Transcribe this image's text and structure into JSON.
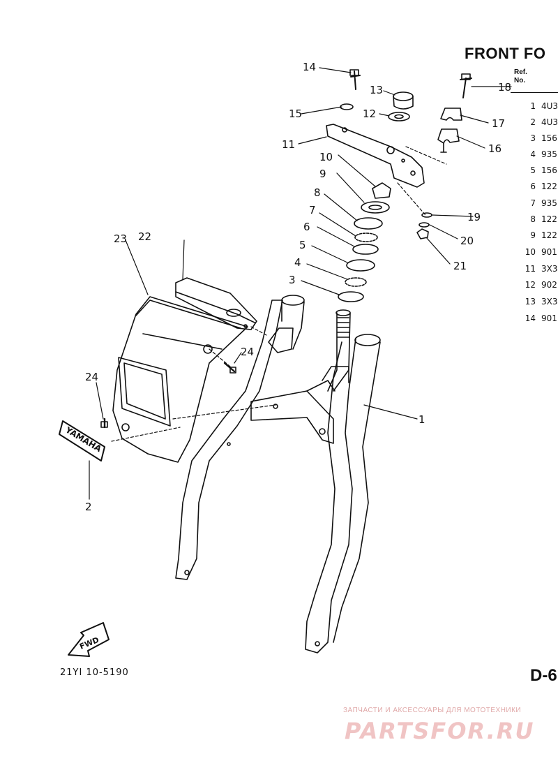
{
  "title": "FRONT FO",
  "table": {
    "header_ref": "Ref.",
    "header_no": "No.",
    "rows": [
      {
        "no": "1",
        "part": "4U3"
      },
      {
        "no": "2",
        "part": "4U3"
      },
      {
        "no": "3",
        "part": "156"
      },
      {
        "no": "4",
        "part": "935"
      },
      {
        "no": "5",
        "part": "156"
      },
      {
        "no": "6",
        "part": "122"
      },
      {
        "no": "7",
        "part": "935"
      },
      {
        "no": "8",
        "part": "122"
      },
      {
        "no": "9",
        "part": "122"
      },
      {
        "no": "10",
        "part": "901"
      },
      {
        "no": "11",
        "part": "3X3"
      },
      {
        "no": "12",
        "part": "902"
      },
      {
        "no": "13",
        "part": "3X3"
      },
      {
        "no": "14",
        "part": "901"
      }
    ]
  },
  "callouts": {
    "c1": "1",
    "c2": "2",
    "c3": "3",
    "c4": "4",
    "c5": "5",
    "c6": "6",
    "c7": "7",
    "c8": "8",
    "c9": "9",
    "c10": "10",
    "c11": "11",
    "c12": "12",
    "c13": "13",
    "c14": "14",
    "c15": "15",
    "c16": "16",
    "c17": "17",
    "c18": "18",
    "c19": "19",
    "c20": "20",
    "c21": "21",
    "c22": "22",
    "c23": "23",
    "c24a": "24",
    "c24b": "24"
  },
  "emblem_text": "YAMAHA",
  "fwd_label": "FWD",
  "drawing_code": "21YI 10-5190",
  "page_number": "D-6",
  "watermark": {
    "small": "ЗАПЧАСТИ И АКСЕССУАРЫ ДЛЯ МОТОТЕХНИКИ",
    "big": "PARTSFOR.RU"
  }
}
